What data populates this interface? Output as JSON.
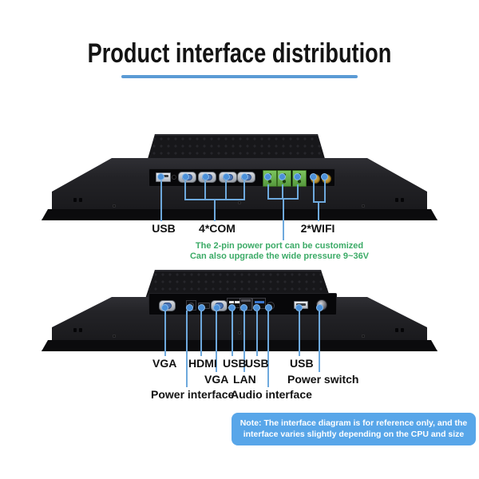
{
  "title": "Product interface distribution",
  "colors": {
    "title_underline": "#5b9bd5",
    "callout_line": "#6ea9dd",
    "green_note": "#3cab67",
    "note_box_bg": "#58a6e9"
  },
  "top_view": {
    "ports": [
      "usb-port",
      "mic-hole",
      "com-port",
      "com-port",
      "com-port",
      "com-port",
      "terminal-block",
      "terminal-block",
      "terminal-block",
      "wifi-antenna",
      "wifi-antenna"
    ],
    "labels": {
      "usb": "USB",
      "com": "4*COM",
      "wifi": "2*WIFI"
    },
    "green_note_line1": "The 2-pin power port can be customized",
    "green_note_line2": "Can also upgrade the wide pressure 9~36V"
  },
  "bottom_view": {
    "ports": [
      "vga-port",
      "dc-power-jack",
      "hdmi-port",
      "vga-db9-port",
      "usb2-ports",
      "lan-port",
      "usb3-ports",
      "audio-jack",
      "usb-port",
      "power-switch"
    ],
    "row1": [
      "VGA",
      "HDMI",
      "USB",
      "USB",
      "USB"
    ],
    "row2": [
      "VGA",
      "LAN",
      "Power switch"
    ],
    "row3": [
      "Power interface",
      "Audio interface"
    ]
  },
  "note_line1": "Note: The interface diagram is for reference only, and the",
  "note_line2": "interface varies slightly depending on the CPU and size"
}
